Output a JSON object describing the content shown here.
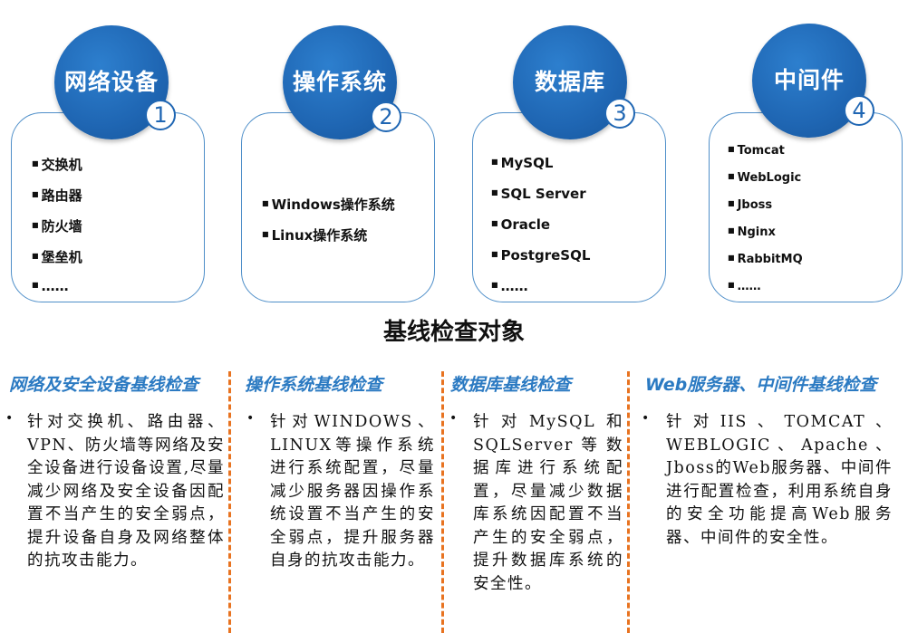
{
  "cards": [
    {
      "title": "网络设备",
      "number": "1",
      "items": [
        "交换机",
        "路由器",
        "防火墙",
        "堡垒机",
        "……"
      ]
    },
    {
      "title": "操作系统",
      "number": "2",
      "items": [
        "Windows操作系统",
        "Linux操作系统"
      ]
    },
    {
      "title": "数据库",
      "number": "3",
      "items": [
        "MySQL",
        "SQL Server",
        "Oracle",
        "PostgreSQL",
        "……"
      ]
    },
    {
      "title": "中间件",
      "number": "4",
      "items": [
        "Tomcat",
        "WebLogic",
        "Jboss",
        "Nginx",
        "RabbitMQ",
        "……"
      ]
    }
  ],
  "heading": "基线检查对象",
  "columns": [
    {
      "title": "网络及安全设备基线检查",
      "bullet": "•",
      "desc": "针对交换机、路由器、VPN、防火墙等网络及安全设备进行设备设置,尽量减少网络及安全设备因配置不当产生的安全弱点，提升设备自身及网络整体的抗攻击能力。"
    },
    {
      "title": "操作系统基线检查",
      "bullet": "•",
      "desc": "针对WINDOWS、LINUX等操作系统进行系统配置，尽量减少服务器因操作系统设置不当产生的安全弱点，提升服务器自身的抗攻击能力。"
    },
    {
      "title": "数据库基线检查",
      "bullet": "•",
      "desc": "针对MySQL和SQLServer等数据库进行系统配置，尽量减少数据库系统因配置不当产生的安全弱点，提升数据库系统的安全性。"
    },
    {
      "title": "Web服务器、中间件基线检查",
      "bullet": "•",
      "desc": "针对IIS、TOMCAT、WEBLOGIC、Apache、Jboss的Web服务器、中间件进行配置检查，利用系统自身的安全功能提高Web服务器、中间件的安全性。"
    }
  ]
}
